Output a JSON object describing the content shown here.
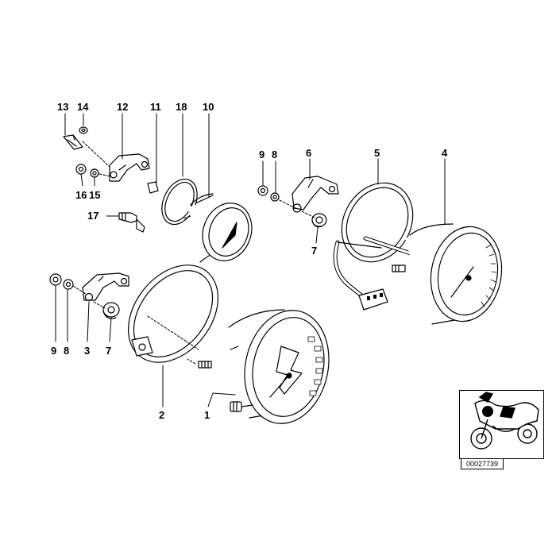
{
  "callouts": {
    "c13": "13",
    "c14": "14",
    "c12": "12",
    "c11": "11",
    "c18": "18",
    "c10": "10",
    "c16": "16",
    "c15": "15",
    "c17": "17",
    "c9a": "9",
    "c8a": "8",
    "c6": "6",
    "c5": "5",
    "c4": "4",
    "c7a": "7",
    "c9b": "9",
    "c8b": "8",
    "c3": "3",
    "c7b": "7",
    "c2": "2",
    "c1": "1"
  },
  "reference_code": "00027739",
  "colors": {
    "line": "#000000",
    "background": "#ffffff",
    "location_marker": "#000000"
  },
  "icons": {
    "thumbnail": "motorcycle-silhouette-icon",
    "marker": "location-dot-icon"
  }
}
